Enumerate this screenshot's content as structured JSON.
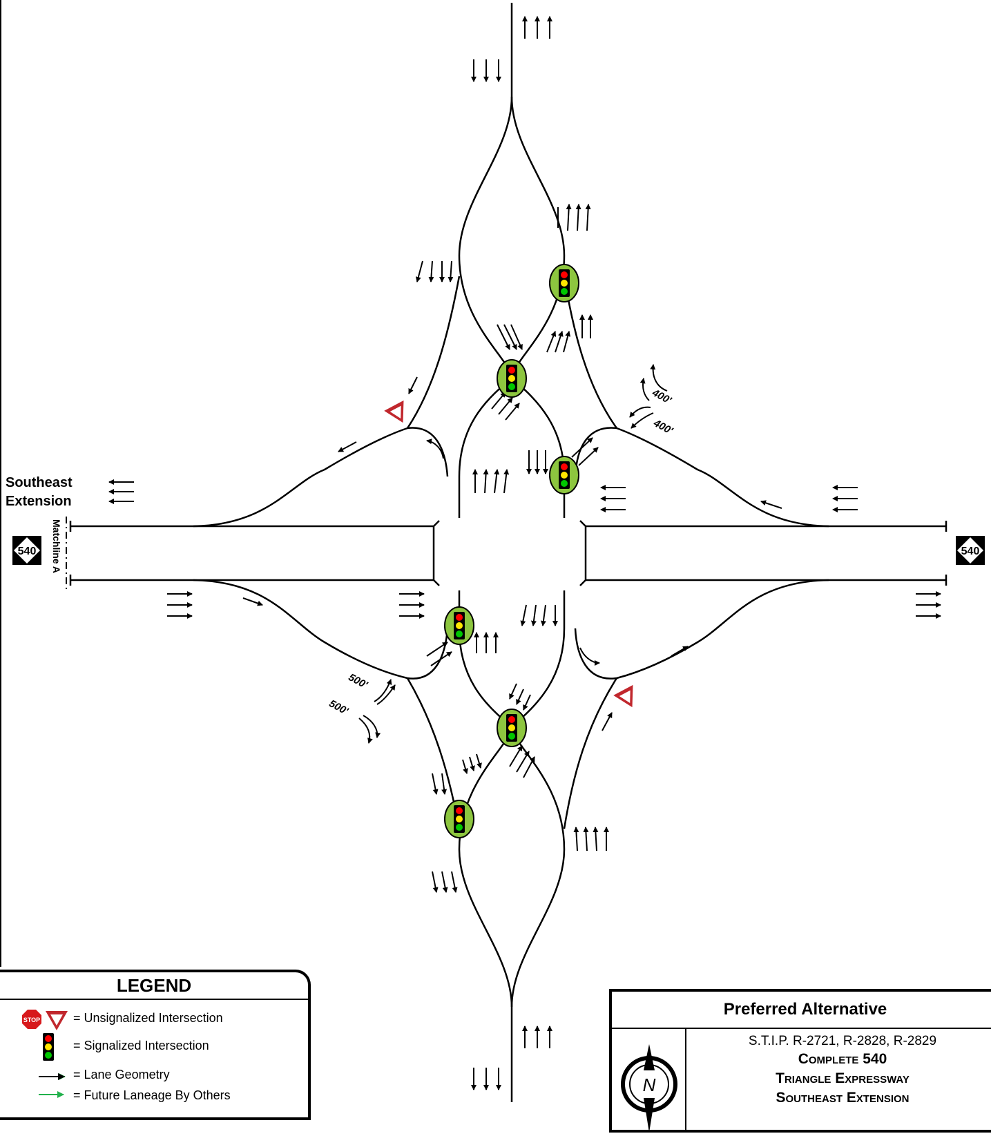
{
  "road": {
    "name_line1": "Southeast",
    "name_line2": "Extension",
    "shield_left": "540",
    "shield_right": "540"
  },
  "matchline": "Matchline A",
  "distances": {
    "ne_upper": "400'",
    "ne_lower": "400'",
    "sw_upper": "500'",
    "sw_lower": "500'"
  },
  "legend": {
    "title": "LEGEND",
    "stop_text": "STOP",
    "unsignalized": "= Unsignalized Intersection",
    "signalized": "= Signalized Intersection",
    "lane_geometry": "= Lane Geometry",
    "future": "= Future Laneage By Others"
  },
  "title_block": {
    "header": "Preferred Alternative",
    "stip": "S.T.I.P. R-2721, R-2828, R-2829",
    "line1": "Complete 540",
    "line2": "Triangle Expressway",
    "line3": "Southeast Extension",
    "north": "N"
  },
  "colors": {
    "signal_halo": "#8dc63f",
    "yield": "#c1272d",
    "future_arrow": "#22b14c"
  }
}
